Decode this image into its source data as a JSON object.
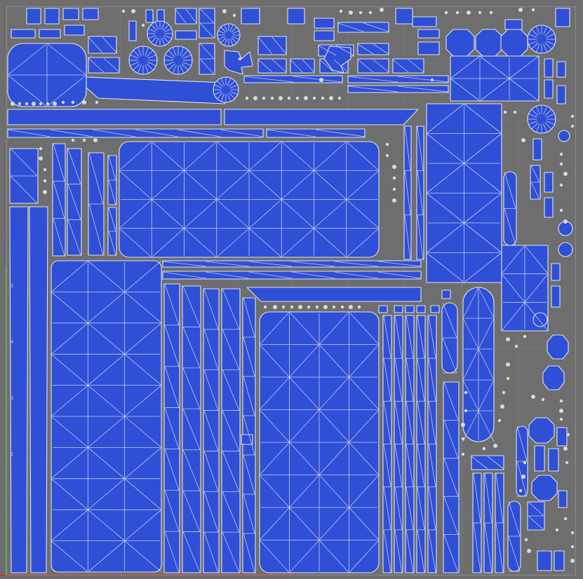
{
  "viewport": {
    "background_color": "#6e6e6e",
    "grid_color": "#7f7f7f",
    "island_fill_color": "#2f4fd6",
    "wire_color": "#dfe3f2",
    "seam_color": "#cfd3e3",
    "axis_u_color": "#c0392b",
    "axis_v_color": "#2ecc40"
  },
  "axis_ticks": [
    "5",
    "4",
    "3",
    "2"
  ]
}
